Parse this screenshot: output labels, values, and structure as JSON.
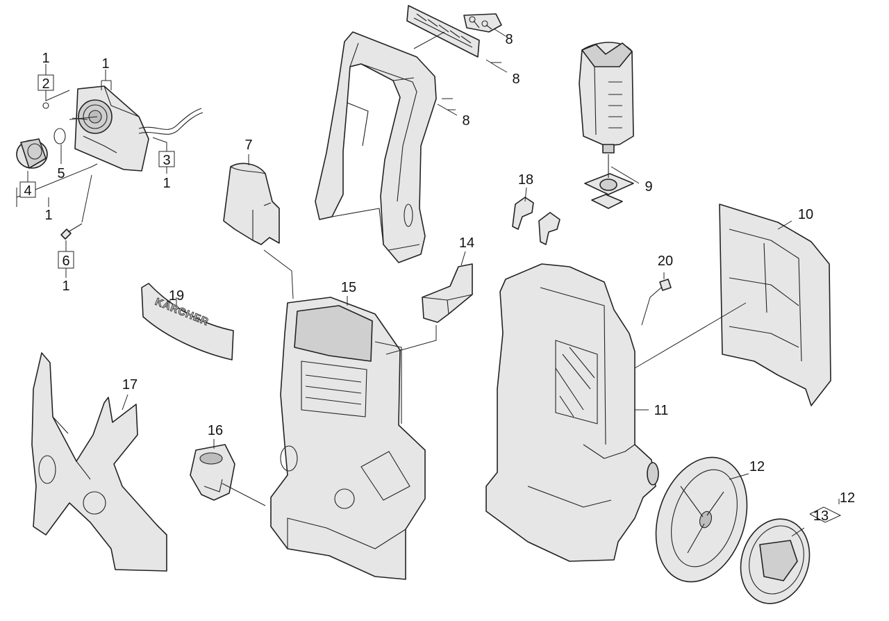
{
  "labels": {
    "top_left_1": "1",
    "top_left_2": "2",
    "hose_conn_1": "1",
    "hose_3": "3",
    "hose_3_sub": "1",
    "cap_4": "4",
    "cap_5": "5",
    "cap_4_sub": "1",
    "screw_6": "6",
    "screw_6_sub": "1",
    "p7": "7",
    "p8a": "8",
    "p8b": "8",
    "p8c": "8",
    "p9": "9",
    "p10": "10",
    "p11": "11",
    "p12a": "12",
    "p12b": "12",
    "p13": "13",
    "p14": "14",
    "p15": "15",
    "p16": "16",
    "p17": "17",
    "p18": "18",
    "p19": "19",
    "p20": "20"
  },
  "logo_text": "KÄRCHER"
}
